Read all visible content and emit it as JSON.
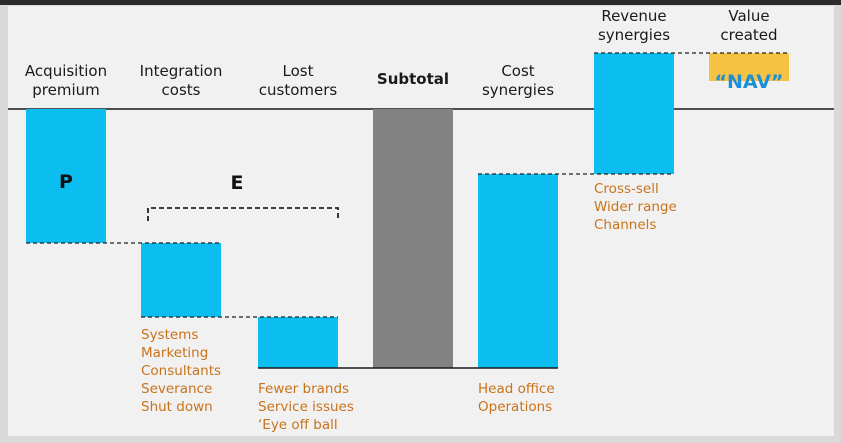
{
  "chart_data": {
    "type": "bar",
    "subtype": "waterfall",
    "categories": [
      [
        "Acquisition",
        "premium"
      ],
      [
        "Integration",
        "costs"
      ],
      [
        "Lost",
        "customers"
      ],
      [
        "Subtotal"
      ],
      [
        "Cost",
        "synergies"
      ],
      [
        "Revenue",
        "synergies"
      ],
      [
        "Value",
        "created"
      ]
    ],
    "bars": [
      {
        "start": 0,
        "end": -134,
        "color": "#0cbef0",
        "label": "P"
      },
      {
        "start": -134,
        "end": -208,
        "color": "#0cbef0"
      },
      {
        "start": -208,
        "end": -259,
        "color": "#0cbef0"
      },
      {
        "start": 0,
        "end": -259,
        "color": "#828282"
      },
      {
        "start": -259,
        "end": -65,
        "color": "#0cbef0"
      },
      {
        "start": -65,
        "end": 56,
        "color": "#0cbef0"
      },
      {
        "start": 56,
        "end": 28,
        "color": "#f5c242",
        "label": "“NAV”"
      }
    ],
    "notes": [
      [
        "Systems",
        "Marketing",
        "Consultants",
        "Severance",
        "Shut down"
      ],
      [
        "Fewer brands",
        "Service issues",
        "‘Eye off ball"
      ],
      [],
      [
        "Head office",
        "Operations"
      ],
      [
        "Cross-sell",
        "Wider range",
        "Channels"
      ]
    ],
    "bracket_label": "E",
    "colors": {
      "bar": "#0cbef0",
      "subtotal": "#828282",
      "value": "#f5c242",
      "note": "#c8731b",
      "nav_text": "#1c8fd6"
    },
    "bold_category": "Subtotal"
  }
}
